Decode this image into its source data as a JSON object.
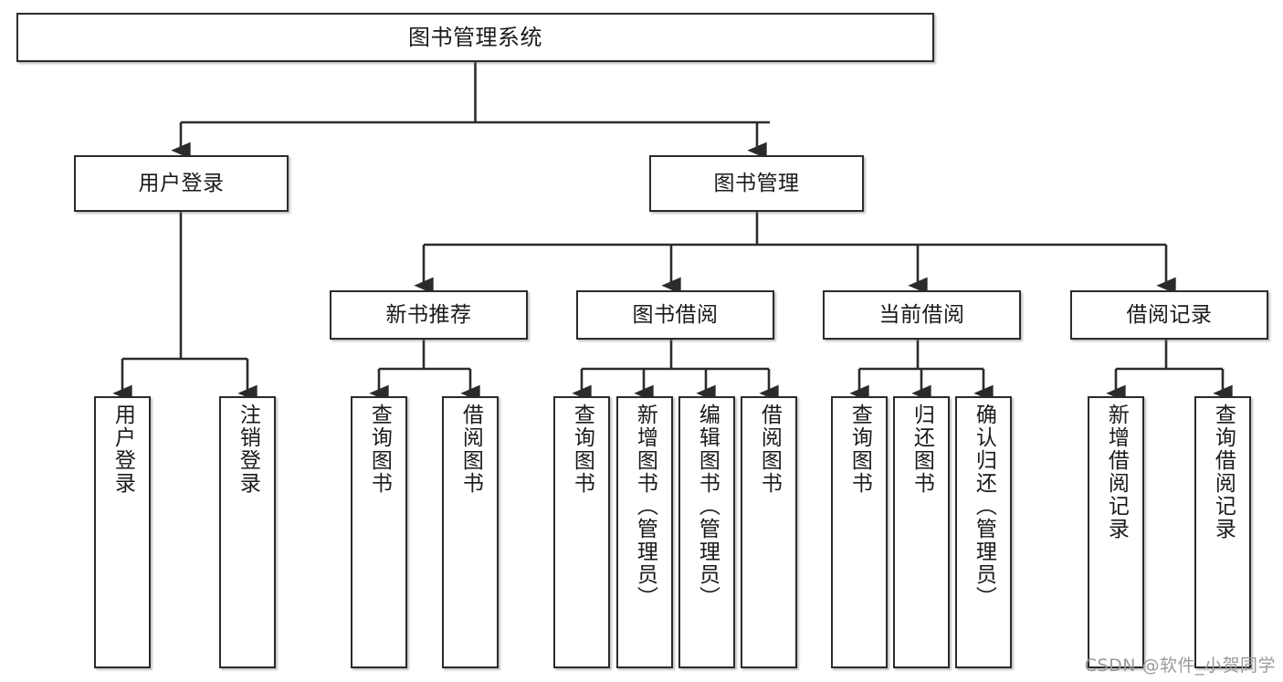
{
  "diagram": {
    "title": "图书管理系统",
    "watermark": "CSDN @软件_小贺同学",
    "colors": {
      "box_border": "#2b2b2b",
      "box_fill": "#ffffff",
      "connector": "#2b2b2b",
      "text": "#1a1a1a",
      "watermark": "#9a9a9a",
      "background": "#ffffff"
    },
    "nodes": {
      "root": {
        "label": "图书管理系统"
      },
      "level2": [
        {
          "label": "用户登录"
        },
        {
          "label": "图书管理"
        }
      ],
      "level3": [
        {
          "label": "新书推荐"
        },
        {
          "label": "图书借阅"
        },
        {
          "label": "当前借阅"
        },
        {
          "label": "借阅记录"
        }
      ],
      "leaves": [
        {
          "label": "用户登录",
          "parent": "用户登录"
        },
        {
          "label": "注销登录",
          "parent": "用户登录"
        },
        {
          "label": "查询图书",
          "parent": "新书推荐"
        },
        {
          "label": "借阅图书",
          "parent": "新书推荐"
        },
        {
          "label": "查询图书",
          "parent": "图书借阅"
        },
        {
          "label": "新增图书（管理员）",
          "parent": "图书借阅"
        },
        {
          "label": "编辑图书（管理员）",
          "parent": "图书借阅"
        },
        {
          "label": "借阅图书",
          "parent": "图书借阅"
        },
        {
          "label": "查询图书",
          "parent": "当前借阅"
        },
        {
          "label": "归还图书",
          "parent": "当前借阅"
        },
        {
          "label": "确认归还（管理员）",
          "parent": "当前借阅"
        },
        {
          "label": "新增借阅记录",
          "parent": "借阅记录"
        },
        {
          "label": "查询借阅记录",
          "parent": "借阅记录"
        }
      ]
    }
  }
}
